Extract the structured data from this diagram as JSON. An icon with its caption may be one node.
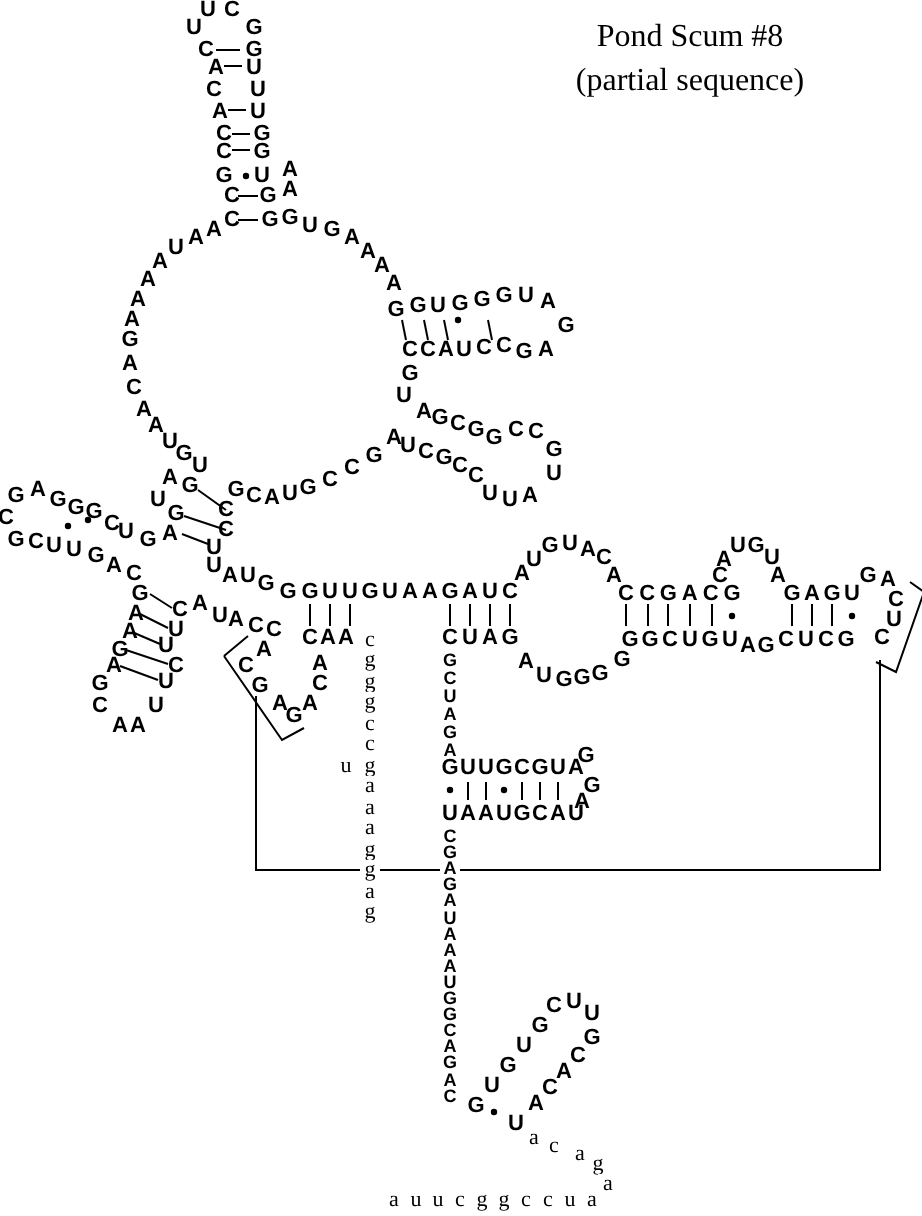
{
  "diagram": {
    "title": "Pond Scum #8",
    "labels": [
      "(partial sequence)",
      "CCGCCACACUU",
      "CG",
      "GUUUGGUGG",
      "AA",
      "GUGAAAA",
      "GGUGGGUAG",
      "CCAUCCGA",
      "GU",
      "AGCGGCCG",
      "U",
      "AUCGCCUUA",
      "GCAUGCCG",
      "AAUAA",
      "AAGACAAUGU",
      "AU",
      "GGA",
      "CCU",
      "GAGGGCUG",
      "C",
      "GCUUGAC",
      "UAUGGGUUGUAAGAUC",
      "GAAGAG",
      "CAA",
      "UUCUU",
      "CAUACC",
      "ACGAGACA",
      "CAA",
      "cgggccgaaaggag",
      "u",
      "CUAG",
      "AUGUACA",
      "CCGACG",
      "CAUGUA",
      "GAGU",
      "GACUC",
      "GGCUGUAGCUCG",
      "AUGGGG",
      "GCUAGA",
      "GUUGCGUAG",
      "UAAUGCAUAG",
      "CGAGAUAAAUGGCAGAC",
      "GUGUGC",
      "UU",
      "GCACAU",
      "a c a g a",
      "a u u c g g c c u a"
    ]
  }
}
